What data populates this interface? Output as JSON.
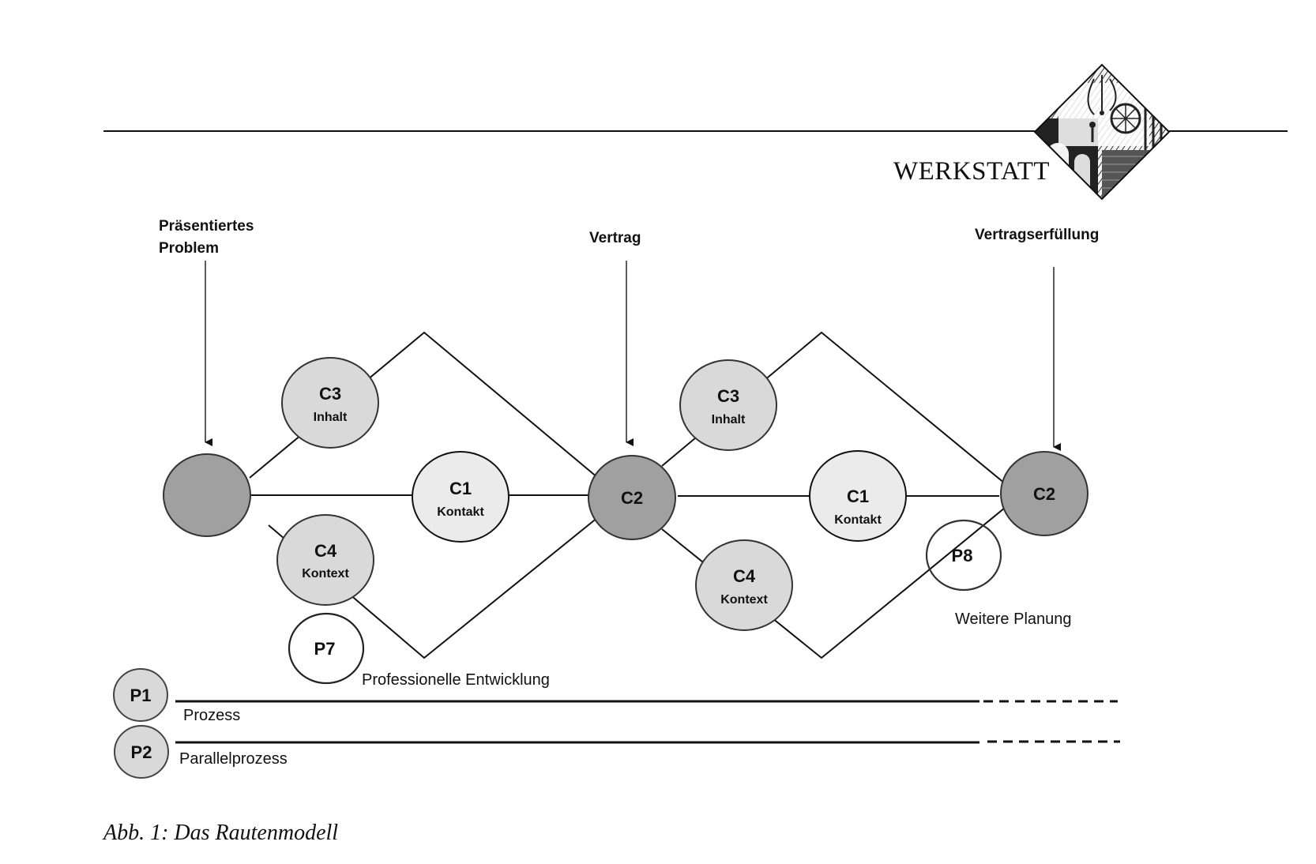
{
  "header": {
    "brand": "WERKSTATT",
    "logo_icon": "engraving-diamond-icon"
  },
  "diagram": {
    "title": "Das Rautenmodell",
    "markers": [
      {
        "id": "m1",
        "lines": [
          "Präsentiertes",
          "Problem"
        ]
      },
      {
        "id": "m2",
        "lines": [
          "Vertrag"
        ]
      },
      {
        "id": "m3",
        "lines": [
          "Vertragserfüllung"
        ]
      }
    ],
    "nodes": [
      {
        "id": "start",
        "title": "",
        "sub": "",
        "fill": "#a0a0a0"
      },
      {
        "id": "c3a",
        "title": "C3",
        "sub": "Inhalt",
        "fill": "#d9d9d9"
      },
      {
        "id": "c1a",
        "title": "C1",
        "sub": "Kontakt",
        "fill": "#ebebeb"
      },
      {
        "id": "c4a",
        "title": "C4",
        "sub": "Kontext",
        "fill": "#d9d9d9"
      },
      {
        "id": "c2a",
        "title": "C2",
        "sub": "",
        "fill": "#a0a0a0"
      },
      {
        "id": "c3b",
        "title": "C3",
        "sub": "Inhalt",
        "fill": "#d9d9d9"
      },
      {
        "id": "c1b",
        "title": "C1",
        "sub": "Kontakt",
        "fill": "#ebebeb"
      },
      {
        "id": "c4b",
        "title": "C4",
        "sub": "Kontext",
        "fill": "#d9d9d9"
      },
      {
        "id": "c2b",
        "title": "C2",
        "sub": "",
        "fill": "#a0a0a0"
      },
      {
        "id": "p7",
        "title": "P7",
        "sub": "",
        "fill": "#ffffff"
      },
      {
        "id": "p8",
        "title": "P8",
        "sub": "",
        "fill": "none"
      },
      {
        "id": "p1",
        "title": "P1",
        "sub": "",
        "fill": "#d9d9d9"
      },
      {
        "id": "p2",
        "title": "P2",
        "sub": "",
        "fill": "#d9d9d9"
      }
    ],
    "annotations": {
      "p7_label": "Professionelle Entwicklung",
      "p8_label": "Weitere Planung",
      "p1_label": "Prozess",
      "p2_label": "Parallelprozess"
    },
    "caption": "Abb. 1: Das Rautenmodell"
  }
}
